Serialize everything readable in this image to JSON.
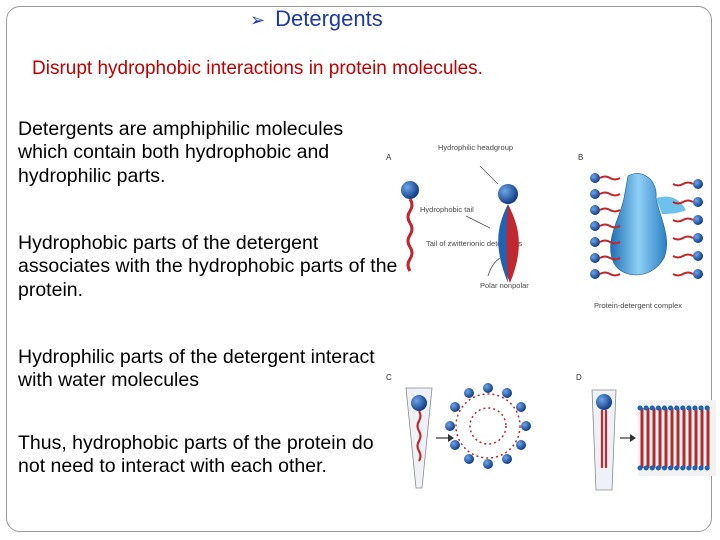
{
  "slide": {
    "title": "Detergents",
    "subtitle": "Disrupt hydrophobic interactions in protein molecules.",
    "paragraphs": [
      "Detergents are amphiphilic molecules which contain both hydrophobic and hydrophilic parts.",
      "Hydrophobic parts of the detergent associates with the hydrophobic parts of the protein.",
      "Hydrophilic parts of the detergent interact with water molecules",
      "Thus, hydrophobic parts of the protein do not need to interact with each other."
    ]
  },
  "figure": {
    "panels": [
      "A",
      "B",
      "C",
      "D"
    ],
    "labels": {
      "hydrophilic_headgroup": "Hydrophilic headgroup",
      "hydrophobic_tail": "Hydrophobic tail",
      "tail_zwitterionic": "Tail of zwitterionic detergents",
      "polar_nonpolar": "Polar  nonpolar",
      "protein_detergent_complex": "Protein-detergent complex"
    },
    "colors": {
      "head": "#1e63b4",
      "tail": "#c0282d",
      "protein": "#4aa3df"
    }
  }
}
